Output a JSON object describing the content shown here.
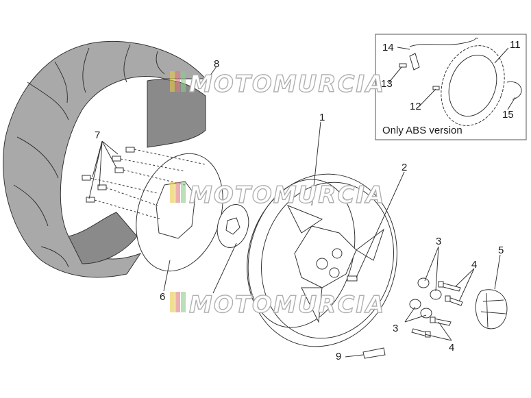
{
  "watermark": "MOTOMURCIA",
  "abs_box": {
    "caption": "Only ABS version"
  },
  "labels": {
    "l1": "1",
    "l2": "2",
    "l3a": "3",
    "l3b": "3",
    "l4a": "4",
    "l4b": "4",
    "l5": "5",
    "l6": "6",
    "l7": "7",
    "l8": "8",
    "l9": "9",
    "l11": "11",
    "l12": "12",
    "l13": "13",
    "l14": "14",
    "l15": "15"
  },
  "colors": {
    "tyre": "#a9a9a9",
    "tyre_inner": "#8a8a8a",
    "wheel": "#ffffff",
    "watermark_stripes": [
      "#e8c84a",
      "#e07a7a",
      "#8cc98a"
    ]
  }
}
